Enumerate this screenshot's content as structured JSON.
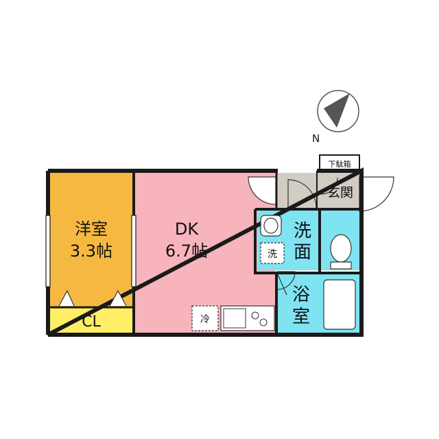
{
  "colors": {
    "wall": "#1a1a1a",
    "room_western": "#f5b942",
    "room_closet": "#ffee66",
    "room_dk": "#f7b4bc",
    "room_wet": "#7fe3f2",
    "room_entrance": "#d2cdc3",
    "compass_fill": "#555555"
  },
  "compass": {
    "label": "N",
    "icon": "north-arrow-icon"
  },
  "rooms": {
    "western": {
      "name": "洋室",
      "size": "3.3帖"
    },
    "closet": {
      "name": "CL"
    },
    "dk": {
      "name": "DK",
      "size": "6.7帖"
    },
    "washroom": {
      "line1": "洗",
      "line2": "面"
    },
    "bathroom": {
      "line1": "浴",
      "line2": "室"
    },
    "entrance": {
      "name": "玄関"
    },
    "shoe_box": {
      "name": "下駄箱"
    }
  },
  "fixtures": {
    "fridge": "冷",
    "washer": "洗"
  }
}
